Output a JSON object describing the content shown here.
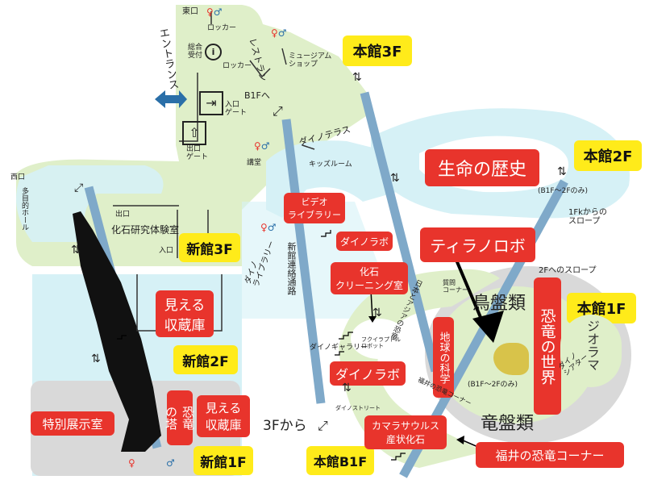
{
  "colors": {
    "green": "#dfefc9",
    "blue": "#d6f1f6",
    "gray": "#d9d9d9",
    "red": "#e8342c",
    "yellow": "#ffeb1a",
    "elevator": "#7fa9c9"
  },
  "floors": {
    "honkan3f": "本館3F",
    "honkan2f": "本館2F",
    "honkan1f": "本館1F",
    "honkanb1f": "本館B1F",
    "shinkan3f": "新館3F",
    "shinkan2f": "新館2F",
    "shinkan1f": "新館1F"
  },
  "rooms": {
    "seimei": "生命の歴史",
    "tyranno": "ティラノロボ",
    "kyoryu_sekai": "恐竜の世界",
    "chokyu": "地球の科学",
    "dino_lab_big": "ダイノラボ",
    "dino_lab_small": "ダイノラボ",
    "video": "ビデオ\nライブラリー",
    "kaseki_cleaning": "化石\nクリーニング室",
    "mieru1": "見える\n収蔵庫",
    "mieru2": "見える\n収蔵庫",
    "tokubetsu": "特別展示室",
    "kyoryu_no_to": "恐竜\nの塔",
    "kamarasaurus": "カマラサウルス\n産状化石",
    "fukui_corner": "福井の恐竜コーナー",
    "kaseki_kenkyu": "化石研究体験室",
    "chogo": "鳥盤類",
    "ryuban": "竜盤類",
    "theater": "ダイノ\nシアター",
    "jiora": "ジオラマ"
  },
  "labels": {
    "higashiguchi": "東口",
    "entrance": "エントランス",
    "locker1": "ロッカー",
    "sogo": "総合\n受付",
    "locker2": "ロッカー",
    "restaurant": "レストラン",
    "museum_shop": "ミュージアム\nショップ",
    "b1f_he": "B1Fへ",
    "iriguchi_gate": "入口\nゲート",
    "deguchi_gate": "出口\nゲート",
    "dino_terrace": "ダイノテラス",
    "kids_room": "キッズルーム",
    "koushitsu": "講堂",
    "nishiguchi": "西口",
    "tamokuteki": "多目的ホール",
    "deguchi": "出口",
    "iriguchi": "入口",
    "dino_library": "ダイノ\nライブラリー",
    "renraku": "新館連絡通路",
    "b1f_2f_1": "(B1F〜2Fのみ)",
    "b1f_2f_2": "(B1F〜2Fのみ)",
    "slope1": "1Fkからの\nスロープ",
    "slope2": "2Fへのスロープ",
    "asia": "日本とアジアの恐竜",
    "shitsumon": "質問\nコーナー",
    "dino_gallery": "ダイノギャラリー",
    "fukuiraptor": "フクイラプトル\nロボット",
    "fukui_dino": "福井の恐竜コーナー",
    "dino_street": "ダイノストリート",
    "sanf_kara": "3Fから"
  }
}
